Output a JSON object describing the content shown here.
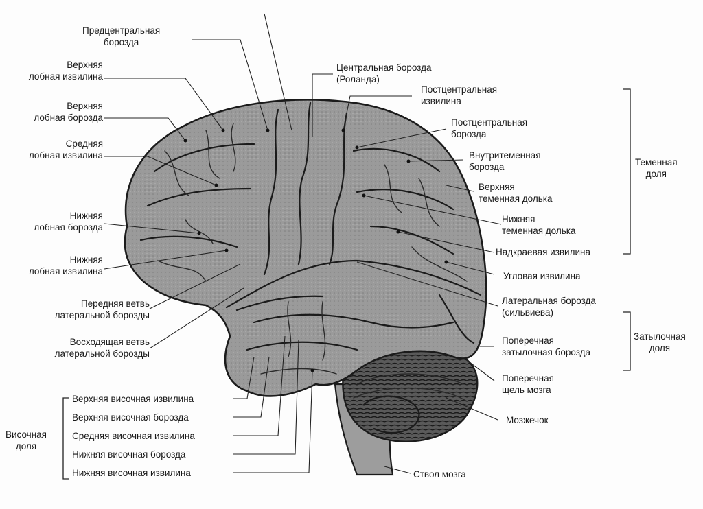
{
  "labels": {
    "precentral_sulcus": "Предцентральная\nборозда",
    "superior_frontal_gyrus": "Верхняя\nлобная извилина",
    "superior_frontal_sulcus": "Верхняя\nлобная борозда",
    "middle_frontal_gyrus": "Средняя\nлобная извилина",
    "inferior_frontal_sulcus": "Нижняя\nлобная борозда",
    "inferior_frontal_gyrus": "Нижняя\nлобная извилина",
    "anterior_branch": "Передняя ветвь\nлатеральной борозды",
    "ascending_branch": "Восходящая ветвь\nлатеральной борозды",
    "central_sulcus": "Центральная борозда\n(Роланда)",
    "postcentral_gyrus": "Постцентральная\nизвилина",
    "postcentral_sulcus": "Постцентральная\nборозда",
    "intraparietal_sulcus": "Внутритеменная\nборозда",
    "superior_parietal_lobule": "Верхняя\nтеменная долька",
    "inferior_parietal_lobule": "Нижняя\nтеменная долька",
    "supramarginal_gyrus": "Надкраевая извилина",
    "angular_gyrus": "Угловая извилина",
    "lateral_sulcus": "Латеральная борозда\n(сильвиева)",
    "transverse_occipital_sulcus": "Поперечная\nзатылочная борозда",
    "transverse_fissure": "Поперечная\nщель мозга",
    "cerebellum": "Мозжечок",
    "brainstem": "Ствол мозга",
    "superior_temporal_gyrus": "Верхняя височная извилина",
    "superior_temporal_sulcus": "Верхняя височная борозда",
    "middle_temporal_gyrus": "Средняя височная извилина",
    "inferior_temporal_sulcus": "Нижняя височная борозда",
    "inferior_temporal_gyrus": "Нижняя височная извилина"
  },
  "lobes": {
    "parietal": "Теменная\nдоля",
    "occipital": "Затылочная\nдоля",
    "temporal": "Височная\nдоля"
  }
}
